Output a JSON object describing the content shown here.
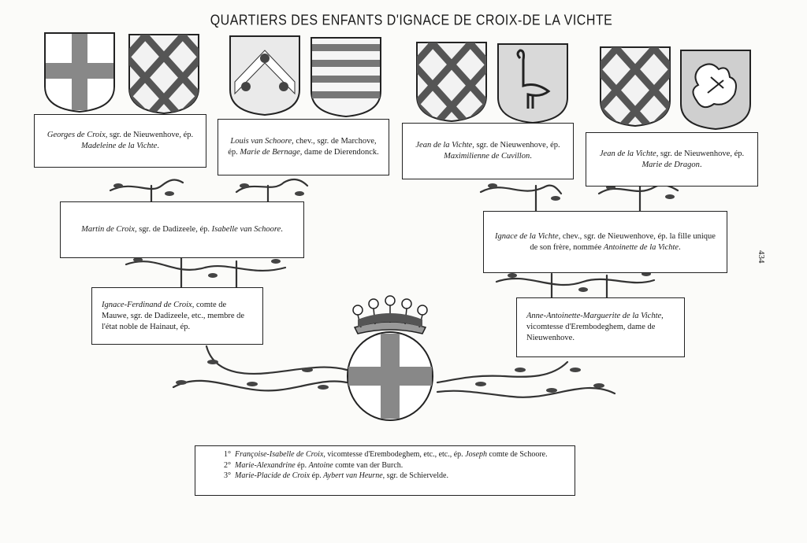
{
  "title": "QUARTIERS DES ENFANTS D'IGNACE DE CROIX-DE LA VICHTE",
  "page_number": "434",
  "shields": [
    {
      "name": "croix-cross"
    },
    {
      "name": "vichte-lattice"
    },
    {
      "name": "schoore-chevron-roses"
    },
    {
      "name": "marchove-bars"
    },
    {
      "name": "vichte-lattice"
    },
    {
      "name": "cuvillon-heron"
    },
    {
      "name": "vichte-lattice"
    },
    {
      "name": "dragon"
    }
  ],
  "gen1": [
    {
      "name": "Georges de Croix",
      "rest1": ", sgr. de Nieuwenhove, ép.",
      "spouse": "Madeleine de la Vichte",
      "end": "."
    },
    {
      "name": "Louis van Schoore",
      "rest1": ", chev., sgr. de Marchove,",
      "pre2": "ép. ",
      "spouse": "Marie de Bernage",
      "end": ", dame de Dierendonck."
    },
    {
      "name": "Jean de la Vichte",
      "rest1": ", sgr. de Nieuwenhove, ép.",
      "spouse": "Maximilienne de Cuvillon",
      "end": "."
    },
    {
      "name": "Jean de la Vichte",
      "rest1": ", sgr. de Nieuwenhove, ép.",
      "spouse": "Marie de Dragon",
      "end": "."
    }
  ],
  "gen2": [
    {
      "name": "Martin de Croix",
      "rest": ", sgr. de Dadizeele, ép. ",
      "spouse": "Isabelle van Schoore",
      "end": "."
    },
    {
      "name": "Ignace de la Vichte",
      "rest": ", chev., sgr. de Nieuwenhove, ép. la fille unique de son frère, nommée ",
      "spouse": "Antoinette de la Vichte",
      "end": "."
    }
  ],
  "gen3": [
    {
      "name": "Ignace-Ferdinand de Croix",
      "rest": ", comte de Mauwe, sgr. de Dadizeele, etc., membre de l'état noble de Hainaut, ép."
    },
    {
      "name": "Anne-Antoinette-Marguerite de la Vichte",
      "rest": ", vicomtesse d'Erembodeghem, dame de Nieuwenhove."
    }
  ],
  "children": [
    {
      "num": "1°",
      "name": "Françoise-Isabelle de Croix",
      "mid": ", vicomtesse d'Erembodeghem, etc., etc., ép. ",
      "spouse": "Joseph",
      "end": " comte de Schoore."
    },
    {
      "num": "2°",
      "name": "Marie-Alexandrine",
      "mid": " ép. ",
      "spouse": "Antoine",
      "end": " comte van der Burch."
    },
    {
      "num": "3°",
      "name": "Marie-Placide de Croix",
      "mid": " ép. ",
      "spouse": "Aybert van Heurne",
      "end": ", sgr. de Schiervelde."
    }
  ]
}
